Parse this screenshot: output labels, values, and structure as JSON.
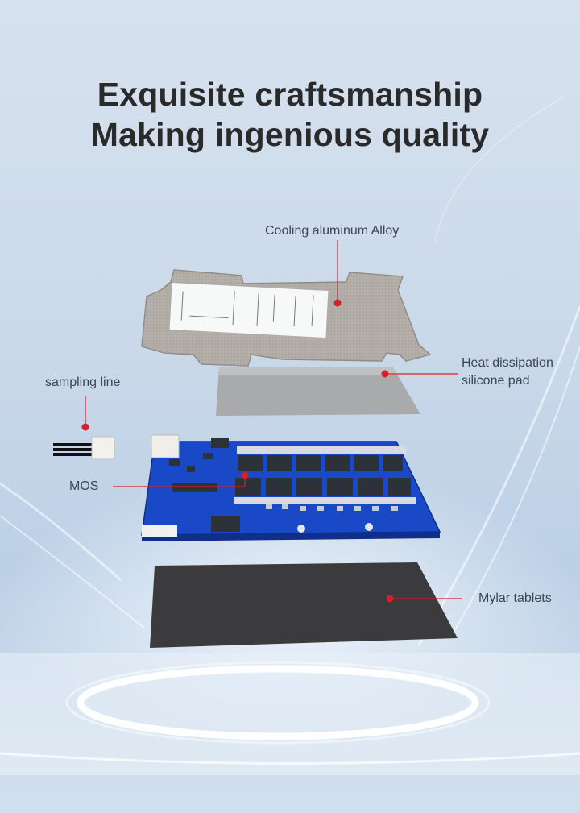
{
  "headline": {
    "line1": "Exquisite craftsmanship",
    "line2": "Making ingenious quality"
  },
  "callouts": {
    "cooling": "Cooling aluminum Alloy",
    "heat_line1": "Heat dissipation",
    "heat_line2": "silicone pad",
    "sampling": "sampling line",
    "mos": "MOS",
    "mylar": "Mylar tablets"
  },
  "colors": {
    "pcb_blue": "#1a49c8",
    "callout_red": "#d4202c",
    "heading": "#2a2a2a"
  }
}
